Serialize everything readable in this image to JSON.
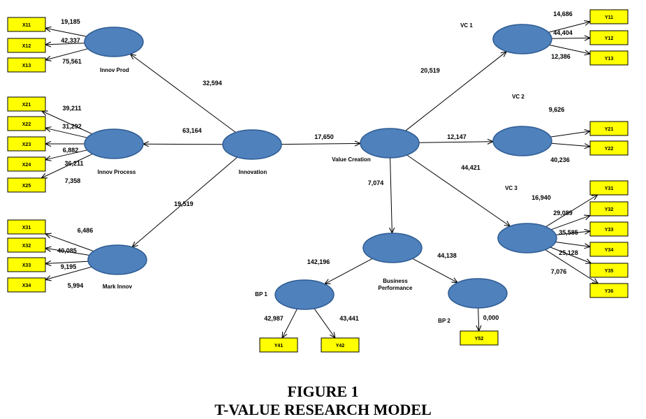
{
  "caption": {
    "line1": "FIGURE 1",
    "line2": "T-VALUE RESEARCH MODEL"
  },
  "colors": {
    "latent_fill": "#4f81bd",
    "indicator_fill": "#ffff00"
  },
  "diagram": {
    "latents": [
      {
        "id": "innov_prod",
        "label": "Innov Prod"
      },
      {
        "id": "innov_process",
        "label": "Innov Process"
      },
      {
        "id": "mark_innov",
        "label": "Mark Innov"
      },
      {
        "id": "innovation",
        "label": "Innovation"
      },
      {
        "id": "value_creation",
        "label": "Value Creation"
      },
      {
        "id": "vc1",
        "label": "VC 1"
      },
      {
        "id": "vc2",
        "label": "VC 2"
      },
      {
        "id": "vc3",
        "label": "VC 3"
      },
      {
        "id": "business_performance",
        "label": "Business Performance"
      },
      {
        "id": "bp1",
        "label": "BP 1"
      },
      {
        "id": "bp2",
        "label": "BP 2"
      }
    ],
    "indicators": [
      {
        "id": "x11",
        "label": "X11"
      },
      {
        "id": "x12",
        "label": "X12"
      },
      {
        "id": "x13",
        "label": "X13"
      },
      {
        "id": "x21",
        "label": "X21"
      },
      {
        "id": "x22",
        "label": "X22"
      },
      {
        "id": "x23",
        "label": "X23"
      },
      {
        "id": "x24",
        "label": "X24"
      },
      {
        "id": "x25",
        "label": "X25"
      },
      {
        "id": "x31",
        "label": "X31"
      },
      {
        "id": "x32",
        "label": "X32"
      },
      {
        "id": "x33",
        "label": "X33"
      },
      {
        "id": "x34",
        "label": "X34"
      },
      {
        "id": "y11",
        "label": "Y11"
      },
      {
        "id": "y12",
        "label": "Y12"
      },
      {
        "id": "y13",
        "label": "Y13"
      },
      {
        "id": "y21",
        "label": "Y21"
      },
      {
        "id": "y22",
        "label": "Y22"
      },
      {
        "id": "y31",
        "label": "Y31"
      },
      {
        "id": "y32",
        "label": "Y32"
      },
      {
        "id": "y33",
        "label": "Y33"
      },
      {
        "id": "y34",
        "label": "Y34"
      },
      {
        "id": "y35",
        "label": "Y35"
      },
      {
        "id": "y36",
        "label": "Y36"
      },
      {
        "id": "y41",
        "label": "Y41"
      },
      {
        "id": "y42",
        "label": "Y42"
      },
      {
        "id": "y52",
        "label": "Y52"
      }
    ],
    "edges": [
      {
        "from": "innovation",
        "to": "innov_prod",
        "t_value": "32,594"
      },
      {
        "from": "innovation",
        "to": "innov_process",
        "t_value": "63,164"
      },
      {
        "from": "innovation",
        "to": "mark_innov",
        "t_value": "19,519"
      },
      {
        "from": "innovation",
        "to": "value_creation",
        "t_value": "17,650"
      },
      {
        "from": "value_creation",
        "to": "vc1",
        "t_value": "20,519"
      },
      {
        "from": "value_creation",
        "to": "vc2",
        "t_value": "12,147"
      },
      {
        "from": "value_creation",
        "to": "vc3",
        "t_value": "44,421"
      },
      {
        "from": "value_creation",
        "to": "business_performance",
        "t_value": "7,074"
      },
      {
        "from": "business_performance",
        "to": "bp1",
        "t_value": "142,196"
      },
      {
        "from": "business_performance",
        "to": "bp2",
        "t_value": "44,138"
      },
      {
        "from": "innov_prod",
        "to": "x11",
        "t_value": "19,185"
      },
      {
        "from": "innov_prod",
        "to": "x12",
        "t_value": "42,337"
      },
      {
        "from": "innov_prod",
        "to": "x13",
        "t_value": "75,561"
      },
      {
        "from": "innov_process",
        "to": "x21",
        "t_value": "39,211"
      },
      {
        "from": "innov_process",
        "to": "x22",
        "t_value": "31,292"
      },
      {
        "from": "innov_process",
        "to": "x23",
        "t_value": "6,882"
      },
      {
        "from": "innov_process",
        "to": "x24",
        "t_value": "36,211"
      },
      {
        "from": "innov_process",
        "to": "x25",
        "t_value": "7,358"
      },
      {
        "from": "mark_innov",
        "to": "x31",
        "t_value": "6,486"
      },
      {
        "from": "mark_innov",
        "to": "x32",
        "t_value": "40,085"
      },
      {
        "from": "mark_innov",
        "to": "x33",
        "t_value": "9,195"
      },
      {
        "from": "mark_innov",
        "to": "x34",
        "t_value": "5,994"
      },
      {
        "from": "vc1",
        "to": "y11",
        "t_value": "14,686"
      },
      {
        "from": "vc1",
        "to": "y12",
        "t_value": "44,404"
      },
      {
        "from": "vc1",
        "to": "y13",
        "t_value": "12,386"
      },
      {
        "from": "vc2",
        "to": "y21",
        "t_value": "9,626"
      },
      {
        "from": "vc2",
        "to": "y22",
        "t_value": "40,236"
      },
      {
        "from": "vc3",
        "to": "y31",
        "t_value": "16,940"
      },
      {
        "from": "vc3",
        "to": "y32",
        "t_value": "29,089"
      },
      {
        "from": "vc3",
        "to": "y33",
        "t_value": "35,585"
      },
      {
        "from": "vc3",
        "to": "y34",
        "t_value": "25,128"
      },
      {
        "from": "vc3",
        "to": "y35",
        "t_value": "7,076"
      },
      {
        "from": "vc3",
        "to": "y36",
        "t_value": ""
      },
      {
        "from": "bp1",
        "to": "y41",
        "t_value": "42,987"
      },
      {
        "from": "bp1",
        "to": "y42",
        "t_value": "43,441"
      },
      {
        "from": "bp2",
        "to": "y52",
        "t_value": "0,000"
      }
    ]
  }
}
